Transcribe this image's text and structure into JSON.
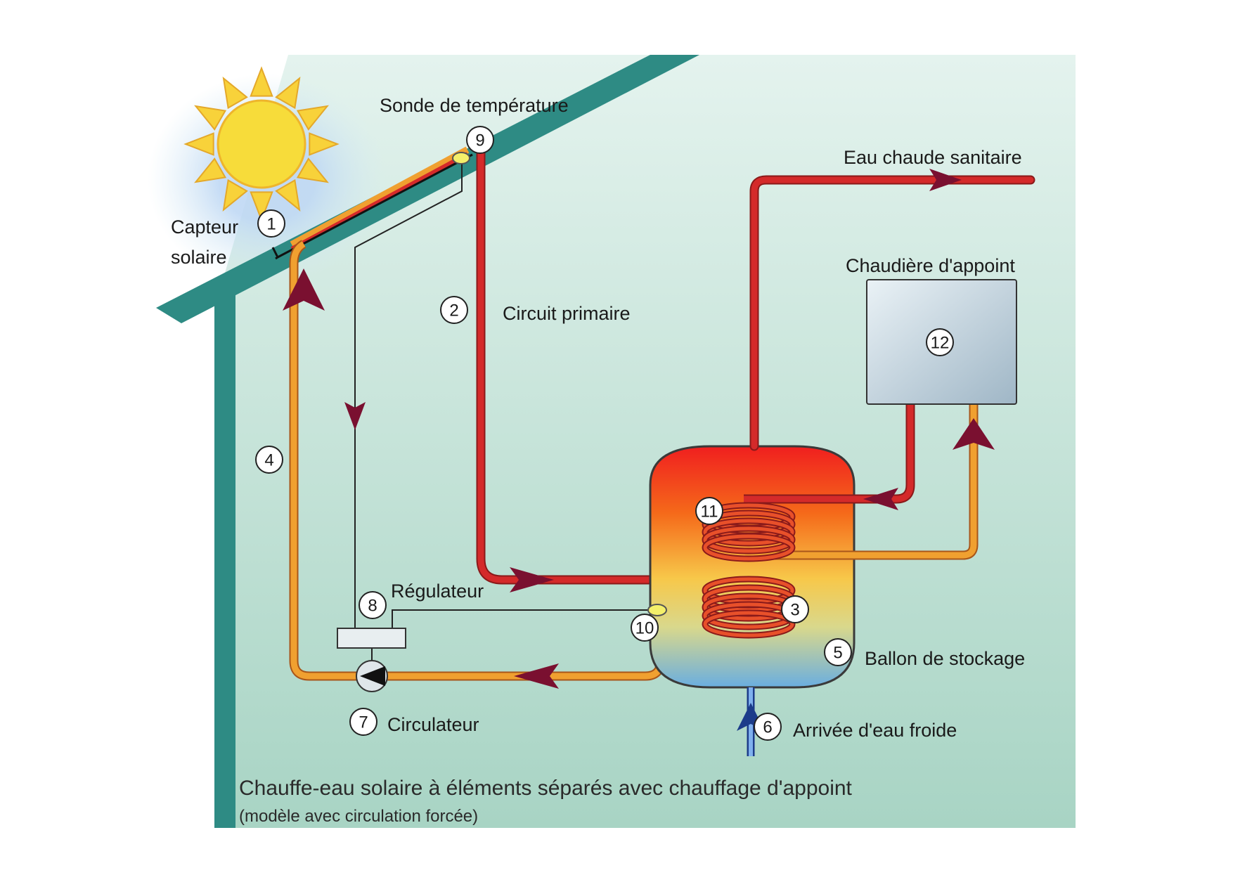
{
  "labels": {
    "sonde": "Sonde de température",
    "eau_chaude": "Eau chaude sanitaire",
    "capteur_line1": "Capteur",
    "capteur_line2": "solaire",
    "chaudiere": "Chaudière d'appoint",
    "circuit_primaire": "Circuit primaire",
    "regulateur": "Régulateur",
    "ballon": "Ballon de stockage",
    "circulateur": "Circulateur",
    "arrivee": "Arrivée d'eau froide"
  },
  "markers": {
    "m1": "1",
    "m2": "2",
    "m3": "3",
    "m4": "4",
    "m5": "5",
    "m6": "6",
    "m7": "7",
    "m8": "8",
    "m9": "9",
    "m10": "10",
    "m11": "11",
    "m12": "12"
  },
  "caption": {
    "title": "Chauffe-eau solaire à éléments séparés avec chauffage d'appoint",
    "subtitle": "(modèle avec circulation forcée)"
  },
  "colors": {
    "house": "#2e8b84",
    "background": "#c9e5dc",
    "hot_pipe": "#d42a2a",
    "warm_pipe": "#f0a030",
    "cold_pipe": "#3a6bd0",
    "arrow": "#7a1030"
  }
}
